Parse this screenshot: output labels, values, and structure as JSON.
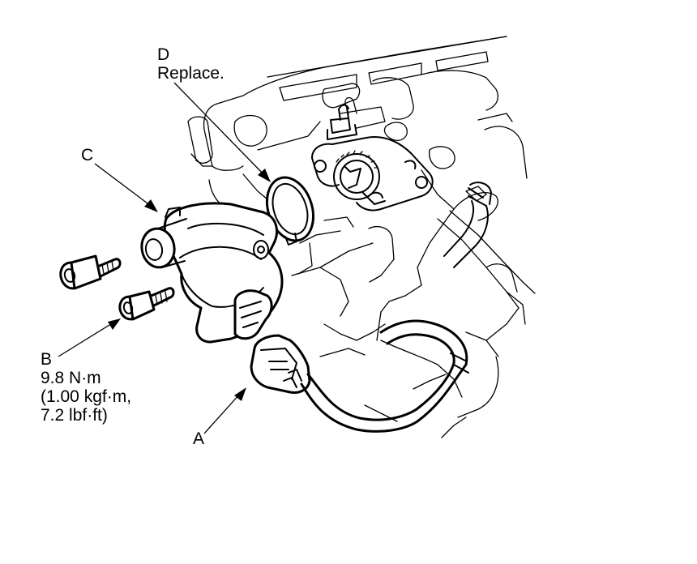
{
  "labels": {
    "a": "A",
    "b": "B",
    "b_torque_nm": "9.8 N·m",
    "b_torque_kgf": "(1.00 kgf·m,",
    "b_torque_lbf": "7.2 lbf·ft)",
    "c": "C",
    "d": "D",
    "d_note": "Replace."
  }
}
